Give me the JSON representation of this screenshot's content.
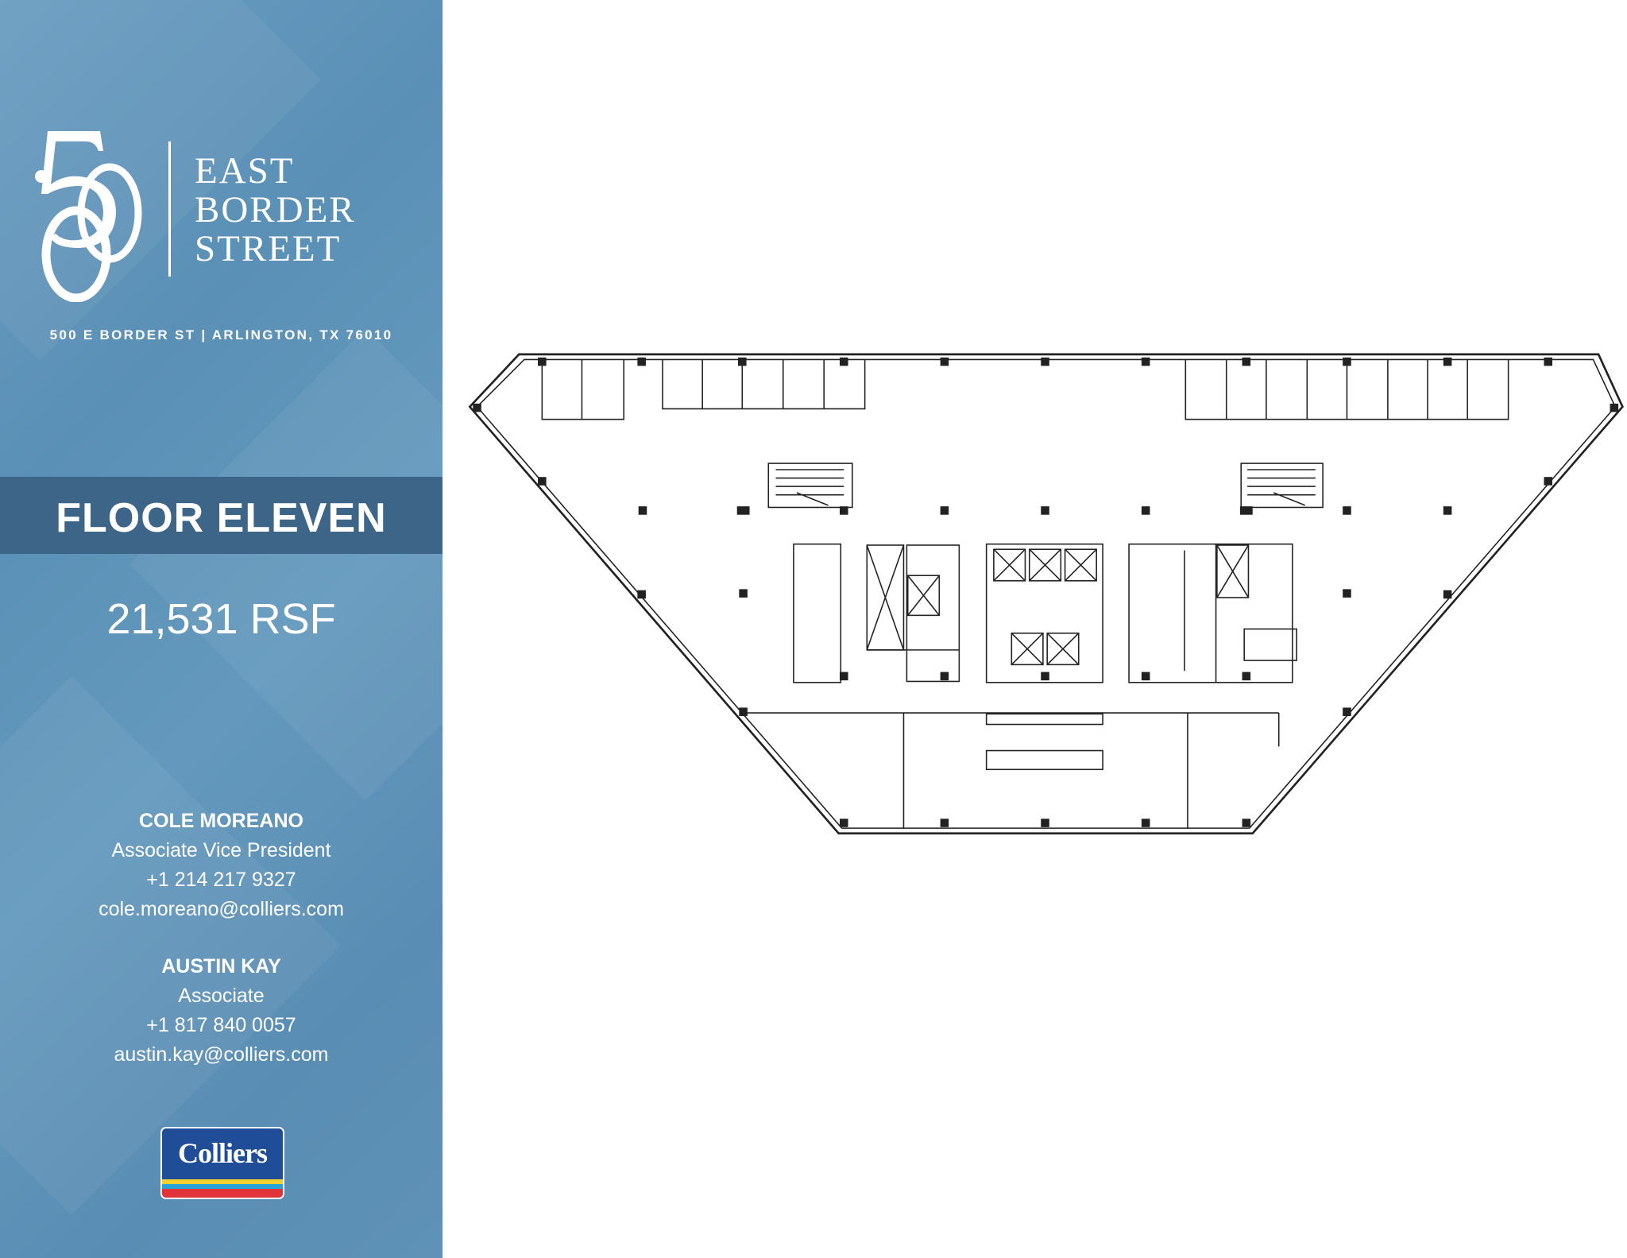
{
  "brand": {
    "logo_numerals": "500",
    "name_lines": [
      "EAST",
      "BORDER",
      "STREET"
    ],
    "address": "500 E BORDER ST | ARLINGTON, TX 76010"
  },
  "floor": {
    "title": "FLOOR ELEVEN",
    "area": "21,531 RSF"
  },
  "contacts": [
    {
      "name": "COLE MOREANO",
      "title": "Associate Vice President",
      "phone": "+1 214 217 9327",
      "email": "cole.moreano@colliers.com"
    },
    {
      "name": "AUSTIN KAY",
      "title": "Associate",
      "phone": "+1 817 840 0057",
      "email": "austin.kay@colliers.com"
    }
  ],
  "company_logo": {
    "text": "Colliers",
    "colors": {
      "blue": "#1f4d97",
      "yellow": "#f5d130",
      "cyan": "#2aa3d8",
      "red": "#e0343a"
    }
  },
  "colors": {
    "sidebar": "#5f93b8",
    "band": "#3d6587"
  }
}
